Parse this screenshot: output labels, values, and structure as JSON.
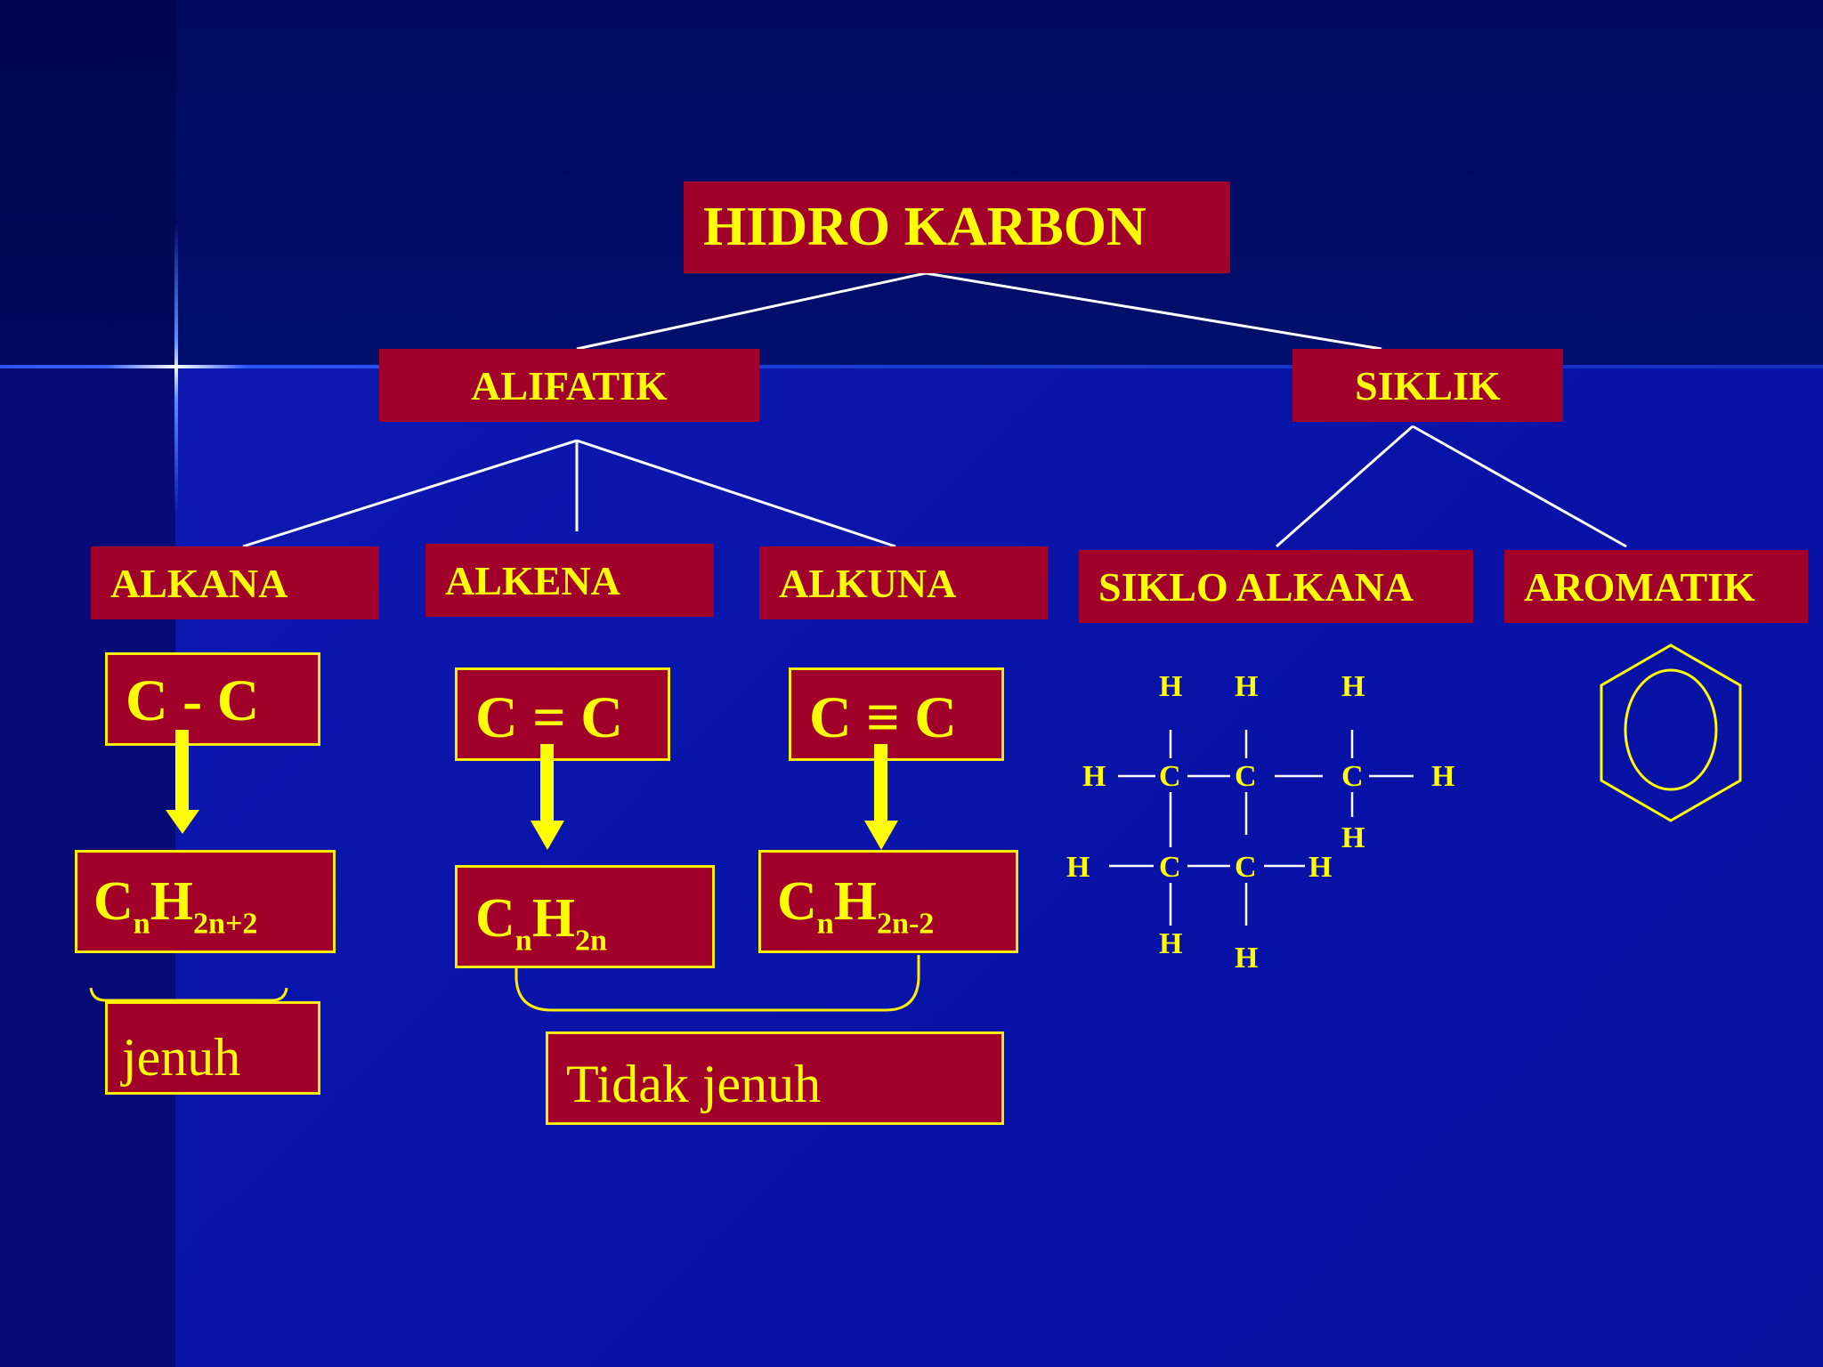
{
  "root": {
    "label": "HIDRO KARBON"
  },
  "level1": {
    "alifatik": "ALIFATIK",
    "siklik": "SIKLIK"
  },
  "level2": {
    "alkana": "ALKANA",
    "alkena": "ALKENA",
    "alkuna": "ALKUNA",
    "siklo_alkana": "SIKLO ALKANA",
    "aromatik": "AROMATIK"
  },
  "bonds": {
    "single": "C - C",
    "double": "C = C",
    "triple": "C ≡ C"
  },
  "formulas": {
    "alkana": {
      "c": "C",
      "n": "n",
      "h": "H",
      "sub": "2n+2"
    },
    "alkena": {
      "c": "C",
      "n": "n",
      "h": "H",
      "sub": "2n"
    },
    "alkuna": {
      "c": "C",
      "n": "n",
      "h": "H",
      "sub": "2n-2"
    }
  },
  "saturation": {
    "jenuh": "jenuh",
    "tidak_jenuh": "Tidak jenuh"
  },
  "structure": {
    "carbon": "C",
    "hydrogen": "H"
  },
  "colors": {
    "box_fill": "#a1002a",
    "text": "#ffff00",
    "background": "#0a1199"
  }
}
